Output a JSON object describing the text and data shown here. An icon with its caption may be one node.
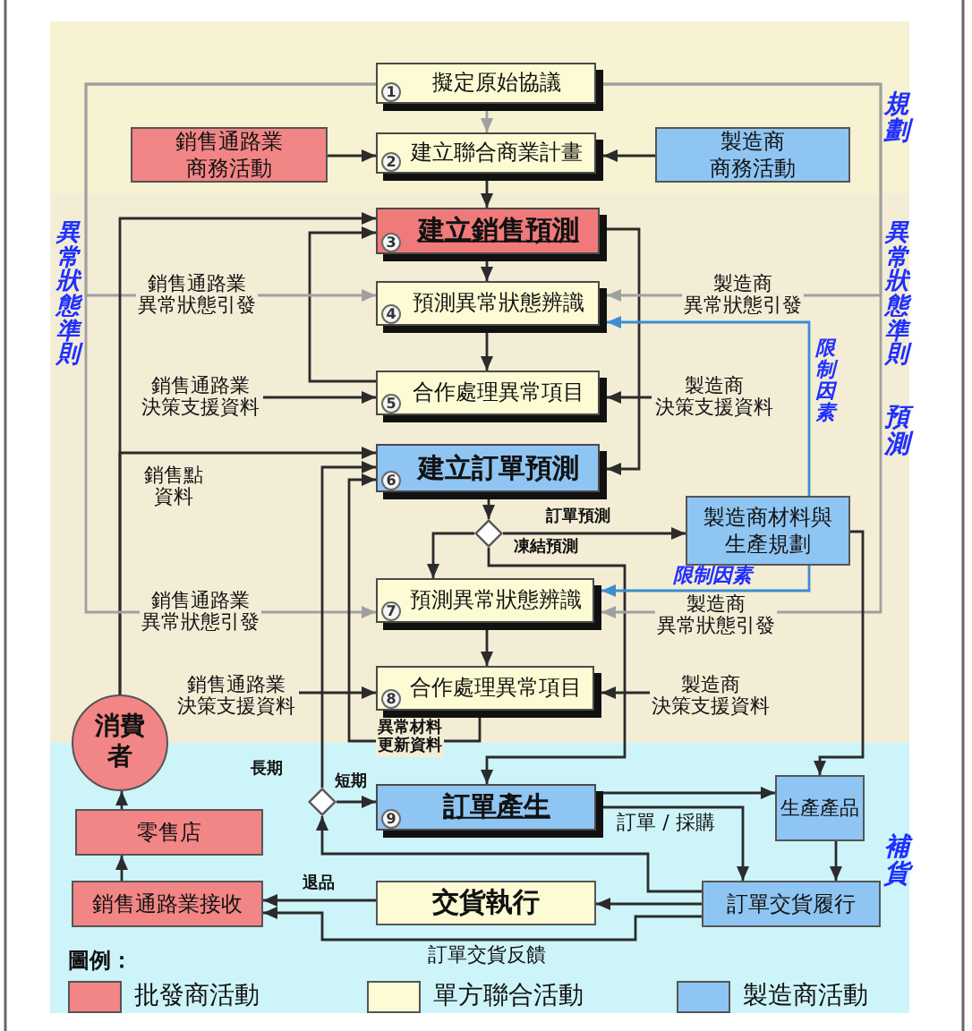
{
  "diagram": {
    "nodes": [
      {
        "text": [
          "規劃"
        ]
      },
      {
        "text": [
          "1",
          "擬定原始協議"
        ],
        "in": 0
      },
      {
        "text": [
          "銷售通路業商務活動"
        ],
        "in": 0
      },
      {
        "text": [
          "2",
          "建立聯合商業計畫"
        ],
        "in": 0
      },
      {
        "text": [
          "製造商商務活動"
        ],
        "in": 0
      },
      {
        "text": [
          "預測"
        ]
      },
      {
        "text": [
          "3",
          "建立銷售預測"
        ],
        "in": 5
      },
      {
        "text": [
          "4",
          "預測異常狀態辨識"
        ],
        "in": 5
      },
      {
        "text": [
          "5",
          "合作處理異常項目"
        ],
        "in": 5
      },
      {
        "text": [
          "6",
          "建立訂單預測"
        ],
        "in": 5
      },
      {
        "text": [],
        "shape": "diamond",
        "in": 5
      },
      {
        "text": [
          "製造商材料與生產規劃"
        ],
        "in": 5
      },
      {
        "text": [
          "7",
          "預測異常狀態辨識"
        ],
        "in": 5
      },
      {
        "text": [
          "8",
          "合作處理異常項目"
        ],
        "in": 5
      },
      {
        "text": [
          "消費者"
        ]
      },
      {
        "text": [
          "補貨"
        ]
      },
      {
        "text": [],
        "shape": "diamond",
        "in": 15
      },
      {
        "text": [
          "9",
          "訂單產生"
        ],
        "in": 15
      },
      {
        "text": [
          "零售店"
        ],
        "in": 15
      },
      {
        "text": [
          "生產產品"
        ],
        "in": 15
      },
      {
        "text": [
          "銷售通路業接收"
        ],
        "in": 15
      },
      {
        "text": [
          "交貨執行"
        ],
        "in": 15
      },
      {
        "text": [
          "訂單交貨履行"
        ],
        "in": 15
      }
    ],
    "edges": [
      {
        "from": 1,
        "to": 3,
        "arrow": "to",
        "color": "#a0a0a0"
      },
      {
        "from": 2,
        "to": 3,
        "arrow": "to"
      },
      {
        "from": 4,
        "to": 3,
        "arrow": "to"
      },
      {
        "from": 3,
        "to": 6,
        "arrow": "to"
      },
      {
        "from": 6,
        "to": 7,
        "arrow": "to"
      },
      {
        "from": 7,
        "to": 8,
        "arrow": "to"
      },
      {
        "from": 8,
        "to": 6,
        "arrow": "to"
      },
      {
        "from": 6,
        "to": 9,
        "arrow": "to"
      },
      {
        "from": 1,
        "to": 7,
        "arrow": "to",
        "label": "銷售通路業異常狀態引發",
        "color": "#a0a0a0"
      },
      {
        "from": 1,
        "to": 7,
        "arrow": "to",
        "label": "製造商異常狀態引發",
        "color": "#a0a0a0"
      },
      {
        "from": 11,
        "to": 7,
        "arrow": "to",
        "label": "限制因素",
        "color": "#3b8ed0"
      },
      {
        "from": 14,
        "to": 6,
        "arrow": "to"
      },
      {
        "from": 14,
        "to": 9,
        "arrow": "to",
        "label": "銷售點資料"
      },
      {
        "from": null,
        "to": 8,
        "arrow": "to",
        "label": "銷售通路業決策支援資料"
      },
      {
        "from": null,
        "to": 8,
        "arrow": "to",
        "label": "製造商決策支援資料"
      },
      {
        "from": 9,
        "to": 10,
        "arrow": "to"
      },
      {
        "from": 10,
        "to": 12,
        "arrow": "to"
      },
      {
        "from": 10,
        "to": 11,
        "arrow": "to",
        "label": "訂單預測"
      },
      {
        "from": 10,
        "to": 17,
        "arrow": "to",
        "label": "凍結預測"
      },
      {
        "from": 1,
        "to": 12,
        "arrow": "to",
        "label": "銷售通路業異常狀態引發",
        "color": "#a0a0a0"
      },
      {
        "from": 1,
        "to": 12,
        "arrow": "to",
        "label": "製造商異常狀態引發",
        "color": "#a0a0a0"
      },
      {
        "from": 11,
        "to": 12,
        "arrow": "to",
        "label": "限制因素",
        "color": "#3b8ed0"
      },
      {
        "from": 12,
        "to": 13,
        "arrow": "to"
      },
      {
        "from": null,
        "to": 13,
        "arrow": "to",
        "label": "銷售通路業決策支援資料"
      },
      {
        "from": null,
        "to": 13,
        "arrow": "to",
        "label": "製造商決策支援資料"
      },
      {
        "from": 13,
        "to": 9,
        "arrow": "to",
        "label": "異常材料更新資料"
      },
      {
        "from": 16,
        "to": 9,
        "arrow": "to",
        "label": "長期"
      },
      {
        "from": 16,
        "to": 17,
        "arrow": "to",
        "label": "短期"
      },
      {
        "from": 18,
        "to": 14,
        "arrow": "to"
      },
      {
        "from": 20,
        "to": 18,
        "arrow": "to"
      },
      {
        "from": 17,
        "to": 19,
        "arrow": "to"
      },
      {
        "from": 17,
        "to": 22,
        "arrow": "to",
        "label": "訂單 / 採購"
      },
      {
        "from": 11,
        "to": 19,
        "arrow": "to"
      },
      {
        "from": 19,
        "to": 22,
        "arrow": "to"
      },
      {
        "from": 22,
        "to": 21,
        "arrow": "to"
      },
      {
        "from": 21,
        "to": 20,
        "arrow": "to",
        "label": "退品"
      },
      {
        "from": 22,
        "to": 16,
        "arrow": "to"
      },
      {
        "from": 22,
        "to": 20,
        "arrow": "to",
        "label": "訂單交貨反饋"
      }
    ],
    "labels": [
      "異常狀態準則",
      "異常狀態準則",
      "圖例："
    ],
    "legend": [
      {
        "text": "批發商活動",
        "color": "#f28585"
      },
      {
        "text": "單方聯合活動",
        "color": "#fdfbd3"
      },
      {
        "text": "製造商活動",
        "color": "#8fc5f2"
      }
    ]
  }
}
